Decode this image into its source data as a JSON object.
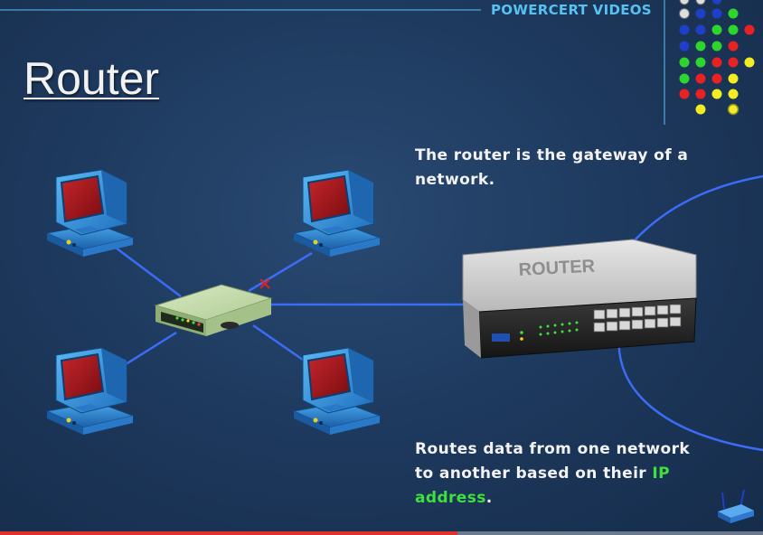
{
  "brand": "POWERCERT VIDEOS",
  "title": "Router",
  "caption_top": "The router is the gateway of a network.",
  "caption_bottom_main": "Routes data from one network to another based on their ",
  "caption_bottom_highlight": "IP address",
  "caption_bottom_end": ".",
  "router_label": "ROUTER",
  "colors": {
    "background": "#1e3a5f",
    "brand": "#57c2f2",
    "highlight": "#3ee03e",
    "link_line": "#3b6cf5",
    "monitor_body": "#2d86d6",
    "screen": "#a5141a"
  },
  "progress": {
    "played_fraction": 0.6
  },
  "icons": {
    "logo": "dot-grid-logo-icon",
    "corner": "wireless-router-icon"
  }
}
